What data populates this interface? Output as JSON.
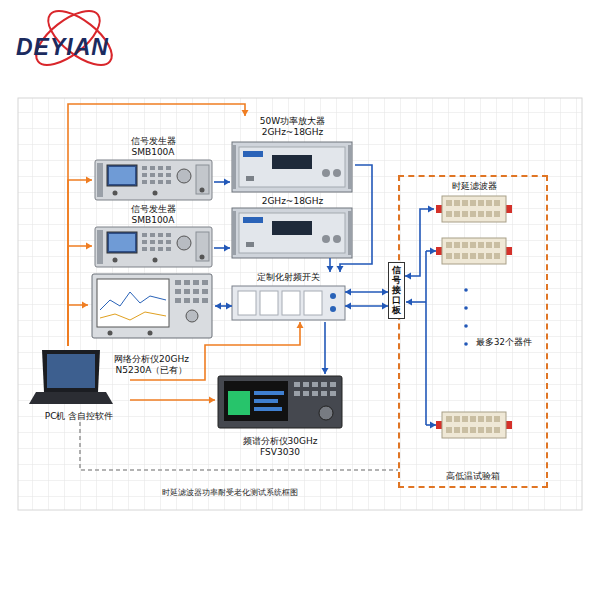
{
  "diagram": {
    "caption": "时延滤波器功率耐受老化测试系统框图",
    "nodes": [
      {
        "text": [
          "信号发生器 SMB100A"
        ]
      },
      {
        "text": [
          "50W功率放大器 2GHz~18GHz"
        ]
      },
      {
        "text": [
          "信号发生器 SMB100A"
        ]
      },
      {
        "text": [
          "2GHz~18GHz"
        ]
      },
      {
        "text": [
          "网络分析仪20GHz N5230A（已有）"
        ]
      },
      {
        "text": [
          "定制化射频开关"
        ]
      },
      {
        "text": [
          "PC机 含自控软件"
        ]
      },
      {
        "text": [
          "频谱分析仪30GHz FSV3030"
        ]
      },
      {
        "text": [
          "信号接口板"
        ]
      },
      {
        "text": [
          "高低温试验箱"
        ]
      },
      {
        "text": [
          "时延滤波器"
        ],
        "in": 9
      }
    ],
    "edges": [
      {
        "from": 0,
        "to": 1,
        "arrow": "to"
      },
      {
        "from": 2,
        "to": 3,
        "arrow": "to"
      },
      {
        "from": 1,
        "to": 5,
        "arrow": "to"
      },
      {
        "from": 3,
        "to": 5,
        "arrow": "to"
      },
      {
        "from": 4,
        "to": 5,
        "arrow": "both"
      },
      {
        "from": 5,
        "to": 7,
        "arrow": "to"
      },
      {
        "from": 5,
        "to": 8,
        "arrow": "both"
      },
      {
        "from": 8,
        "to": 10,
        "arrow": "both"
      },
      {
        "from": 6,
        "to": 0,
        "arrow": "to"
      },
      {
        "from": 6,
        "to": 1,
        "arrow": "to"
      },
      {
        "from": 6,
        "to": 2,
        "arrow": "to"
      },
      {
        "from": 6,
        "to": 4,
        "arrow": "to"
      },
      {
        "from": 6,
        "to": 5,
        "arrow": "to"
      },
      {
        "from": 6,
        "to": 7,
        "arrow": "to"
      },
      {
        "from": 6,
        "to": 9,
        "arrow": "none"
      }
    ],
    "labels": [
      "DEYIAN",
      "最多32个器件"
    ]
  }
}
